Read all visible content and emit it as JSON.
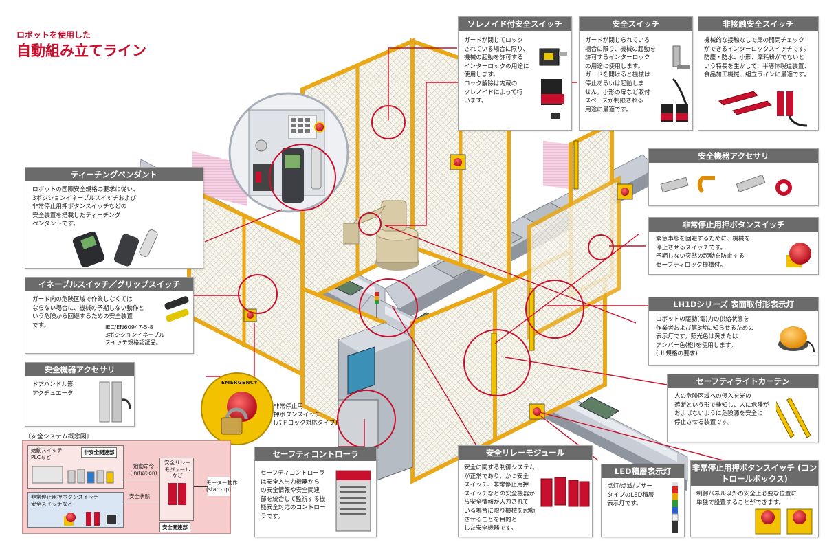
{
  "title": {
    "sub": "ロボットを使用した",
    "main": "自動組み立てライン"
  },
  "callouts": {
    "solenoid": {
      "title": "ソレノイド付安全スイッチ",
      "text": "ガードが閉じてロック\nされている場合に限り、\n機械の起動を許可する\nインターロックの用途に\n使用します。\nロック解除は内蔵の\nソレノイドによって行\nいます。"
    },
    "safety_switch": {
      "title": "安全スイッチ",
      "text": "ガードが閉じられている\n場合に限り、機械の起動を\n許可するインターロック\nの用途に使用します。\nガードを開けると機械は\n停止あるいは起動しま\nせん。小形の扉など取付\nスペースが制限される\n用途に最適です。"
    },
    "noncontact": {
      "title": "非接触安全スイッチ",
      "text": "機械的な接触なしで扉の開閉チェック\nができるインターロックスイッチです。\n防塵・防水、小形、摩耗粉がでないと\nいう特長を生かして、半導体製造装置、\n食品加工機械、組立ラインに最適です。"
    },
    "accessory_top": {
      "title": "安全機器アクセサリ"
    },
    "estop": {
      "title": "非常停止用押ボタンスイッチ",
      "text": "緊急事態を回避するために、機械を\n停止させるスイッチです。\n予期しない突然の起動を防止する\nセーフティロック機構付。"
    },
    "lh1d": {
      "title": "LH1Dシリーズ 表面取付形表示灯",
      "text": "ロボットの駆動(電)力の供給状態を\n作業者および第3者に知らせるための\n表示灯です。照光色は黄または\nアンバー色(橙)を使用します。\n(UL規格の要求)"
    },
    "light_curtain": {
      "title": "セーフティライトカーテン",
      "text": "人の危険区域への侵入を光の\n遮断という形で検知し、人に危険が\nおよばないように危険源を安全に\n停止させる装置です。"
    },
    "teaching": {
      "title": "ティーチングペンダント",
      "text": "ロボットの国際安全規格の要求に従い、\n3ポジションイネーブルスイッチおよび\n非常停止用押ボタンスイッチなどの\n安全装置を搭載したティーチング\nペンダントです。"
    },
    "enable": {
      "title": "イネーブルスイッチ／グリップスイッチ",
      "text": "ガード内の危険区域で作業しなくては\nならない場合に、機械の予期しない動作と\nいう危険から回避するための安全装置\nです。",
      "note": "IEC/EN60947-5-8\n3ポジションイネーブル\nスイッチ規格認証品。"
    },
    "accessory_left": {
      "title": "安全機器アクセサリ",
      "text": "ドアハンドル形\nアクチュエータ"
    },
    "padlock": {
      "text": "非常停止用\n押ボタンスイッチ\n(パドロック対応タイプ)",
      "emergency": "EMERGENCY"
    },
    "controller": {
      "title": "セーフティコントローラ",
      "text": "セーフティコントローラ\nは安全入出力機器から\nの安全情報や安全関連\n部を統合して監視する機\n能安全対応のコントロー\nラです。"
    },
    "relay": {
      "title": "安全リレーモジュール",
      "text": "安全に関する制御システム\nが正常であり、かつ安全\nスイッチ、非常停止用押\nスイッチなどの安全機器か\nら安全情報が入力されて\nいる場合に限り機械を起動\nさせることを目的と\nした安全機器です。"
    },
    "led_tower": {
      "title": "LED積層表示灯",
      "text": "点灯/点滅/ブザー\nタイプのLED積層\n表示灯です。"
    },
    "control_box": {
      "title": "非常停止用押ボタンスイッチ\n(コントロールボックス)",
      "text": "制御パネル以外の安全上必要な位置に\n単独で設置することができます。"
    }
  },
  "concept": {
    "title": "〔安全システム概念図〕",
    "start_switch": "始動スイッチ\nPLCなど",
    "safety_related": "非安全関連部",
    "start_cmd": "始動命令\n(initiation)",
    "relay_label": "安全リレー\nモジュール\nなど",
    "motor": "モーター動作\n(start-up)",
    "estop_switch": "非常停止用押ボタンスイッチ\n安全スイッチなど",
    "safety_state": "安全状態",
    "safety_part": "安全関連部"
  },
  "colors": {
    "accent_red": "#c8102e",
    "header_gray": "#6b6b6b",
    "fence_yellow": "#f0b51a",
    "concept_pink": "#f6cccc"
  }
}
